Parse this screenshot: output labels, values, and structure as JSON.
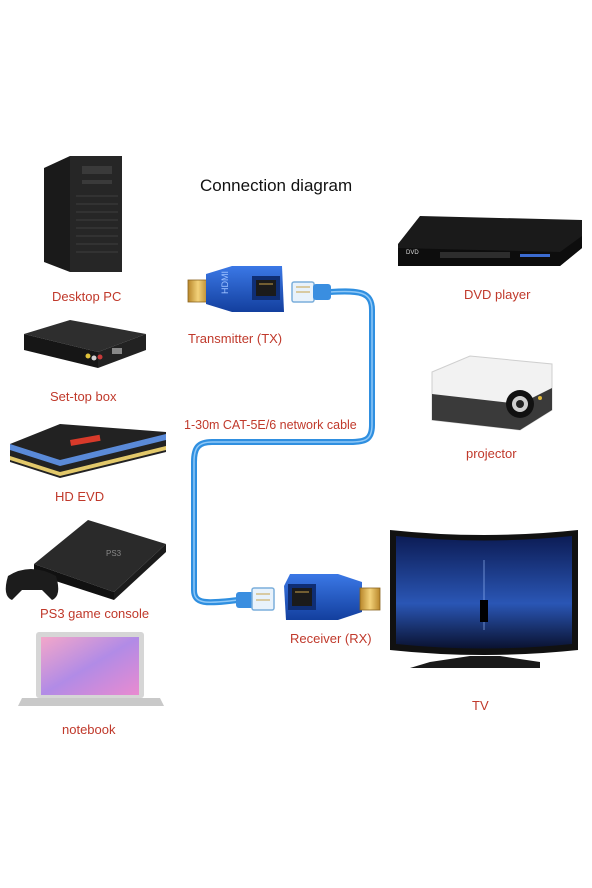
{
  "title": "Connection diagram",
  "cable_label": "1-30m CAT-5E/6 network cable",
  "transmitter": {
    "label": "Transmitter (TX)"
  },
  "receiver": {
    "label": "Receiver (RX)"
  },
  "sources": [
    {
      "label": "Desktop PC",
      "icon": "desktop-pc-icon"
    },
    {
      "label": "Set-top box",
      "icon": "set-top-box-icon"
    },
    {
      "label": "HD EVD",
      "icon": "hd-evd-icon"
    },
    {
      "label": "PS3 game console",
      "icon": "game-console-icon"
    },
    {
      "label": "notebook",
      "icon": "notebook-icon"
    }
  ],
  "displays": [
    {
      "label": "DVD player",
      "icon": "dvd-player-icon"
    },
    {
      "label": "projector",
      "icon": "projector-icon"
    },
    {
      "label": "TV",
      "icon": "tv-icon"
    }
  ],
  "colors": {
    "label": "#c0392b",
    "cable": "#2f8fe0",
    "adapter": "#1c56c8"
  }
}
